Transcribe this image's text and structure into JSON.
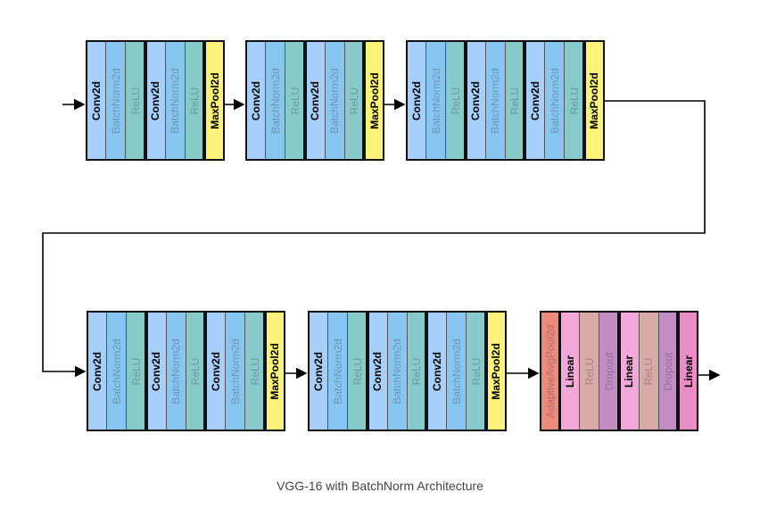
{
  "caption": "VGG-16 with BatchNorm Architecture",
  "colors": {
    "Conv2d": "#a6d0fb",
    "BatchNorm2d": "#86c6f1",
    "ReLU": "#86cbc9",
    "MaxPool2d": "#fbf27a",
    "AdaptiveAvgPool2d": "#ee8a7c",
    "Linear": "#f2a8d8",
    "ReLU_fc": "#dcaaa6",
    "Dropout": "#c38cc4",
    "Linear_out": "#ea8dc6"
  },
  "blocks": [
    {
      "groups": [
        [
          "Conv2d",
          "BatchNorm2d",
          "ReLU"
        ],
        [
          "Conv2d",
          "BatchNorm2d",
          "ReLU"
        ]
      ],
      "end": "MaxPool2d"
    },
    {
      "groups": [
        [
          "Conv2d",
          "BatchNorm2d",
          "ReLU"
        ],
        [
          "Conv2d",
          "BatchNorm2d",
          "ReLU"
        ]
      ],
      "end": "MaxPool2d"
    },
    {
      "groups": [
        [
          "Conv2d",
          "BatchNorm2d",
          "ReLU"
        ],
        [
          "Conv2d",
          "BatchNorm2d",
          "ReLU"
        ],
        [
          "Conv2d",
          "BatchNorm2d",
          "ReLU"
        ]
      ],
      "end": "MaxPool2d"
    },
    {
      "groups": [
        [
          "Conv2d",
          "BatchNorm2d",
          "ReLU"
        ],
        [
          "Conv2d",
          "BatchNorm2d",
          "ReLU"
        ],
        [
          "Conv2d",
          "BatchNorm2d",
          "ReLU"
        ]
      ],
      "end": "MaxPool2d"
    },
    {
      "groups": [
        [
          "Conv2d",
          "BatchNorm2d",
          "ReLU"
        ],
        [
          "Conv2d",
          "BatchNorm2d",
          "ReLU"
        ],
        [
          "Conv2d",
          "BatchNorm2d",
          "ReLU"
        ]
      ],
      "end": "MaxPool2d"
    },
    {
      "start": "AdaptiveAvgPool2d",
      "groups": [
        [
          "Linear",
          "ReLU",
          "Dropout"
        ],
        [
          "Linear",
          "ReLU",
          "Dropout"
        ]
      ],
      "end": "Linear"
    }
  ]
}
